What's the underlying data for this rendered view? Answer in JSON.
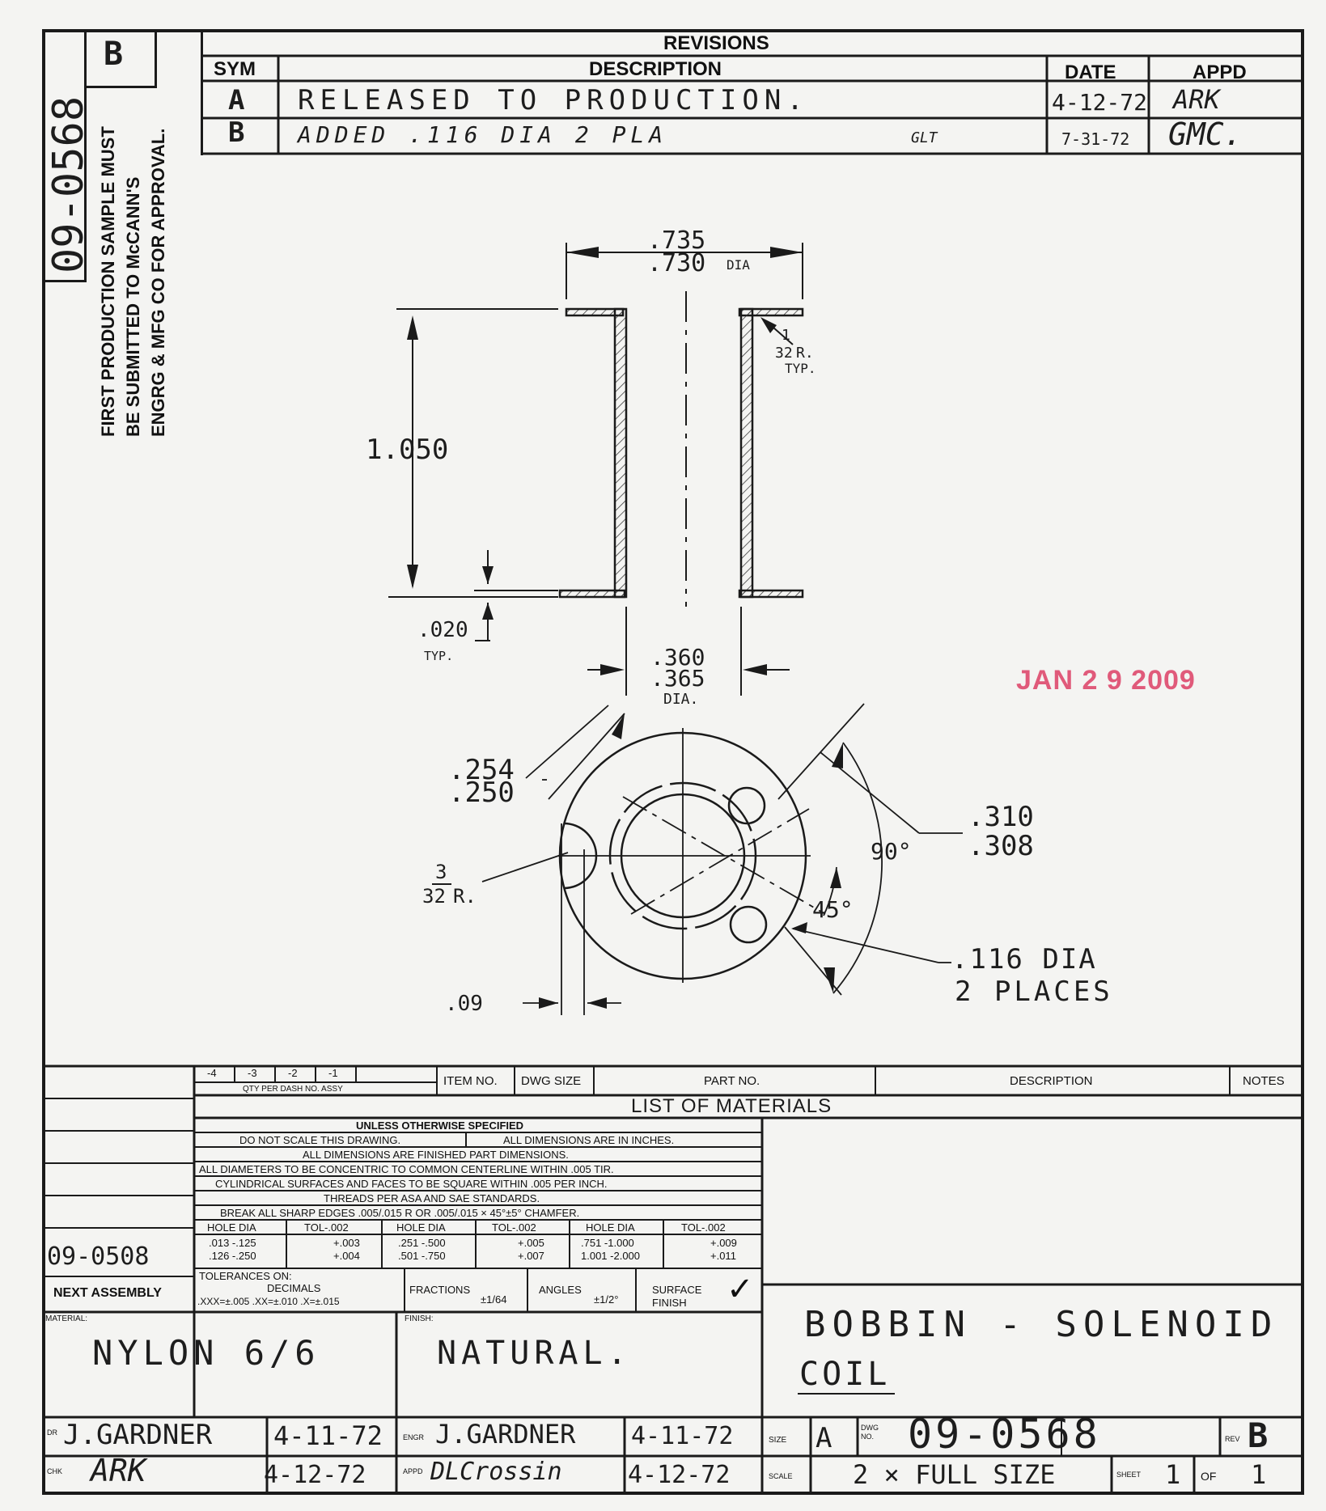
{
  "margin": {
    "dwg_no_vertical": "09-0568",
    "rev_letter": "B",
    "note_line1": "FIRST PRODUCTION SAMPLE MUST",
    "note_line2": "BE SUBMITTED TO McCANN'S",
    "note_line3": "ENGRG & MFG CO FOR APPROVAL."
  },
  "revisions": {
    "title": "REVISIONS",
    "headers": {
      "sym": "SYM",
      "description": "DESCRIPTION",
      "date": "DATE",
      "appd": "APPD"
    },
    "rows": [
      {
        "sym": "A",
        "description": "RELEASED TO PRODUCTION.",
        "initials": "",
        "date": "4-12-72",
        "appd": "ARK"
      },
      {
        "sym": "B",
        "description": "ADDED .116 DIA 2 PLA",
        "initials": "GLT",
        "date": "7-31-72",
        "appd": "GMC."
      }
    ]
  },
  "drawing": {
    "flange_dia_top": ".735",
    "flange_dia_bottom": ".730",
    "flange_dia_unit": "DIA",
    "fillet_num": "1",
    "fillet_den": "32",
    "fillet_unit": "R.",
    "fillet_typ": "TYP.",
    "overall_length": "1.050",
    "flange_thk": ".020",
    "flange_thk_typ": "TYP.",
    "bore_dia_1": ".360",
    "bore_dia_2": ".365",
    "bore_dia_unit": "DIA.",
    "date_stamp": "JAN 2 9 2009",
    "bc_dia_1": ".254",
    "bc_dia_2": ".250",
    "hole_sp_1": ".310",
    "hole_sp_2": ".308",
    "angle_90": "90°",
    "angle_45": "45°",
    "notch_num": "3",
    "notch_den": "32",
    "notch_unit": "R.",
    "hole_dia": ".116 DIA",
    "hole_places": "2 PLACES",
    "notch_offset": ".09"
  },
  "title_block": {
    "qty": [
      "-4",
      "-3",
      "-2",
      "-1"
    ],
    "qty_label": "QTY PER DASH NO. ASSY",
    "item_no": "ITEM NO.",
    "dwg_size_hdr": "DWG SIZE",
    "part_no": "PART NO.",
    "description_hdr": "DESCRIPTION",
    "notes_hdr": "NOTES",
    "list_of_materials": "LIST OF MATERIALS",
    "unless": "UNLESS OTHERWISE SPECIFIED",
    "notes": [
      "DO NOT SCALE THIS DRAWING.",
      "ALL DIMENSIONS ARE IN INCHES.",
      "ALL DIMENSIONS ARE FINISHED PART DIMENSIONS.",
      "ALL DIAMETERS TO BE CONCENTRIC TO COMMON CENTERLINE WITHIN .005 TIR.",
      "CYLINDRICAL SURFACES AND FACES TO BE SQUARE WITHIN .005 PER INCH.",
      "THREADS PER ASA AND SAE STANDARDS.",
      "BREAK ALL SHARP EDGES .005/.015 R OR .005/.015 × 45°±5° CHAMFER."
    ],
    "hole_table": {
      "headers": [
        "HOLE DIA",
        "TOL-.002",
        "HOLE DIA",
        "TOL-.002",
        "HOLE DIA",
        "TOL-.002"
      ],
      "r1": [
        ".013 -.125",
        "+.003",
        ".251 -.500",
        "+.005",
        ".751 -1.000",
        "+.009"
      ],
      "r2": [
        ".126 -.250",
        "+.004",
        ".501 -.750",
        "+.007",
        "1.001 -2.000",
        "+.011"
      ]
    },
    "tolerances_on": "TOLERANCES ON:",
    "decimals": "DECIMALS",
    "decimals_val": ".XXX=±.005 .XX=±.010 .X=±.015",
    "fractions": "FRACTIONS",
    "fractions_val": "±1/64",
    "angles": "ANGLES",
    "angles_val": "±1/2°",
    "surface": "SURFACE",
    "finish_lbl": "FINISH",
    "next_assy_value": "09-0508",
    "next_assembly": "NEXT ASSEMBLY",
    "material_lbl": "MATERIAL:",
    "material": "NYLON 6/6",
    "finish_hdr": "FINISH:",
    "finish": "NATURAL.",
    "title_line1": "BOBBIN - SOLENOID",
    "title_line2": "COIL",
    "dr_lbl": "DR",
    "dr": "J.GARDNER",
    "dr_date": "4-11-72",
    "engr_lbl": "ENGR",
    "engr": "J.GARDNER",
    "engr_date": "4-11-72",
    "chk_lbl": "CHK",
    "chk": "ARK",
    "chk_date": "4-12-72",
    "appd_lbl": "APPD",
    "appd": "DLCrossin",
    "appd_date": "4-12-72",
    "size_lbl": "SIZE",
    "size": "A",
    "dwg_no_lbl": "DWG NO.",
    "dwg_no": "09-0568",
    "rev_lbl": "REV",
    "rev": "B",
    "scale_lbl": "SCALE",
    "scale": "2 × FULL SIZE",
    "sheet_lbl": "SHEET",
    "sheet": "1",
    "of_lbl": "OF",
    "of": "1"
  }
}
